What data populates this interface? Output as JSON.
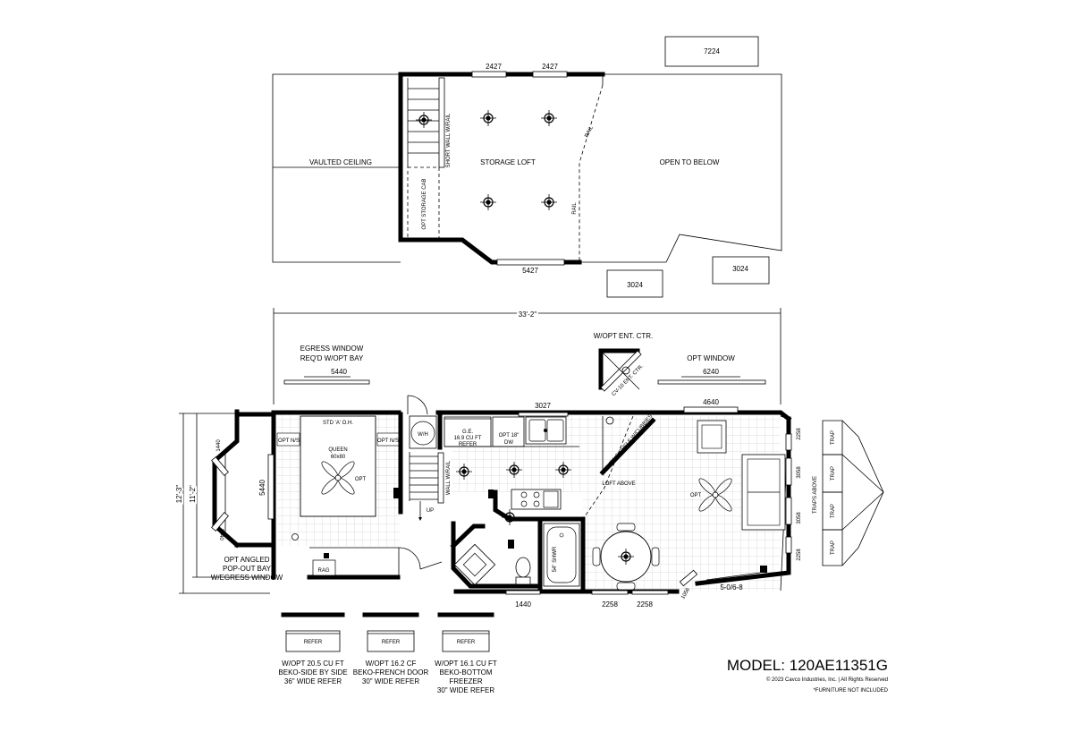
{
  "loft": {
    "window_top_left": "2427",
    "window_top_right": "2427",
    "window_top_far": "7224",
    "vaulted_ceiling": "VAULTED CEILING",
    "short_wall": "SHORT WALL W/RAIL",
    "storage_loft": "STORAGE LOFT",
    "rail_a": "RAIL",
    "rail_b": "RAIL",
    "open_to_below": "OPEN TO BELOW",
    "opt_storage_cab": "OPT STORAGE CAB",
    "window_bottom": "5427",
    "window_low_1": "3024",
    "window_low_2": "3024"
  },
  "main": {
    "overall_dim": "33'-2\"",
    "egress_window": "EGRESS WINDOW",
    "egress_window_2": "REQ'D W/OPT BAY",
    "egress_size": "5440",
    "ent_ctr": "W/OPT ENT. CTR.",
    "ent_ctr_cab": "CV-10 ENT. CTR.",
    "opt_window": "OPT WINDOW",
    "opt_window_size": "6240",
    "win_kitchen": "3027",
    "win_living": "4640",
    "std_oh": "STD 'A' O.H.",
    "opt_ns_1": "OPT N/S",
    "opt_ns_2": "OPT N/S",
    "queen": "QUEEN",
    "queen_size": "60x80",
    "opt_fan": "OPT",
    "wh": "W/H",
    "ge_1": "G.E.",
    "ge_2": "16.9 CU FT",
    "ge_3": "REFER",
    "opt_dw_1": "OPT 18\"",
    "opt_dw_2": "DW",
    "floating_shelf": "FLOATING SHELF W/CUBBIES",
    "loft_above": "LOFT ABOVE",
    "wall_rail": "WALL W/RAIL",
    "up": "UP",
    "shwr": "54\" SHWR",
    "rag": "RAG",
    "win_bed_side": "5440",
    "win_bay_1": "1440",
    "win_bay_2": "1440",
    "win_bath": "1440",
    "win_dining_1": "2258",
    "win_dining_2": "2258",
    "win_door": "1056",
    "sliding_door": "5-0/6-8",
    "win_right_1": "2258",
    "win_right_2": "3058",
    "win_right_3": "3058",
    "win_right_4": "2258",
    "traps_above": "TRAPS ABOVE",
    "trap_1": "TRAP",
    "trap_2": "TRAP",
    "trap_3": "TRAP",
    "trap_4": "TRAP",
    "opt_living_fan": "OPT",
    "dim_outer": "12'-3\"",
    "dim_inner": "11'-2\"",
    "bay_1": "OPT ANGLED",
    "bay_2": "POP-OUT BAY",
    "bay_3": "W/EGRESS WINDOW"
  },
  "options": [
    {
      "box": "REFER",
      "l1": "W/OPT 20.5 CU FT",
      "l2": "BEKO-SIDE BY SIDE",
      "l3": "36\" WIDE REFER",
      "l4": ""
    },
    {
      "box": "REFER",
      "l1": "W/OPT 16.2 CF",
      "l2": "BEKO-FRENCH DOOR",
      "l3": "30\" WIDE REFER",
      "l4": ""
    },
    {
      "box": "REFER",
      "l1": "W/OPT 16.1 CU FT",
      "l2": "BEKO-BOTTOM",
      "l3": "FREEZER",
      "l4": "30\" WIDE REFER"
    }
  ],
  "footer": {
    "model": "MODEL: 120AE11351G",
    "copyright": "© 2023 Cavco Industries, Inc. | All Rights Reserved",
    "furniture": "*FURNITURE NOT INCLUDED"
  }
}
